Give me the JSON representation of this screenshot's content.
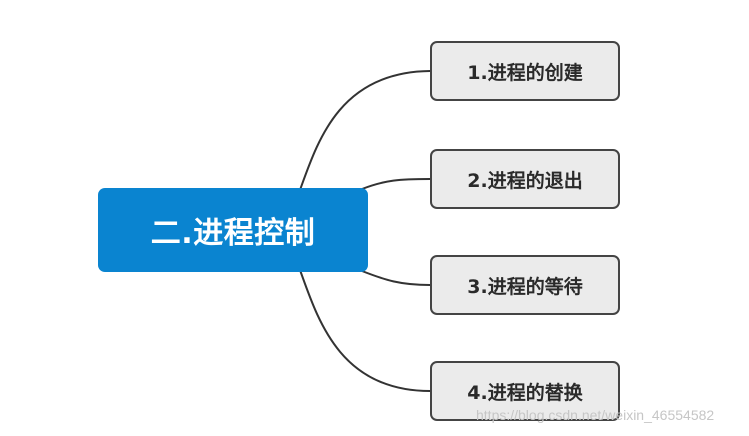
{
  "root": {
    "label": "二.进程控制"
  },
  "children": [
    {
      "label": "1.进程的创建"
    },
    {
      "label": "2.进程的退出"
    },
    {
      "label": "3.进程的等待"
    },
    {
      "label": "4.进程的替换"
    }
  ],
  "watermark": "https://blog.csdn.net/weixin_46554582",
  "colors": {
    "root_fill": "#0a84d0",
    "child_fill": "#ebebeb",
    "stroke": "#444444"
  }
}
